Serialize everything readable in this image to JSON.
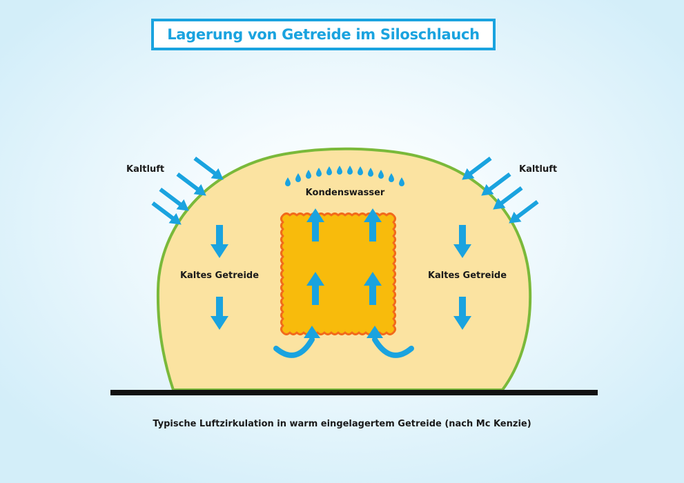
{
  "title": "Lagerung von Getreide im Siloschlauch",
  "labels": {
    "kaltluft_left": "Kaltluft",
    "kaltluft_right": "Kaltluft",
    "kondenswasser": "Kondenswasser",
    "kaltes_getreide_left": "Kaltes Getreide",
    "kaltes_getreide_right": "Kaltes Getreide"
  },
  "caption": "Typische Luftzirkulation in warm eingelagertem Getreide (nach Mc Kenzie)",
  "colors": {
    "title_blue": "#1aa3df",
    "arrow_blue": "#1aa3df",
    "silo_fill": "#fbe3a1",
    "silo_outline": "#7ab93a",
    "warm_core_fill": "#f8bb0c",
    "warm_core_outline": "#f26a1b",
    "ground": "#111111"
  },
  "icons": {
    "droplet": "water-droplet-icon",
    "arrow": "arrow-icon",
    "curved_arrow": "curved-arrow-icon"
  }
}
